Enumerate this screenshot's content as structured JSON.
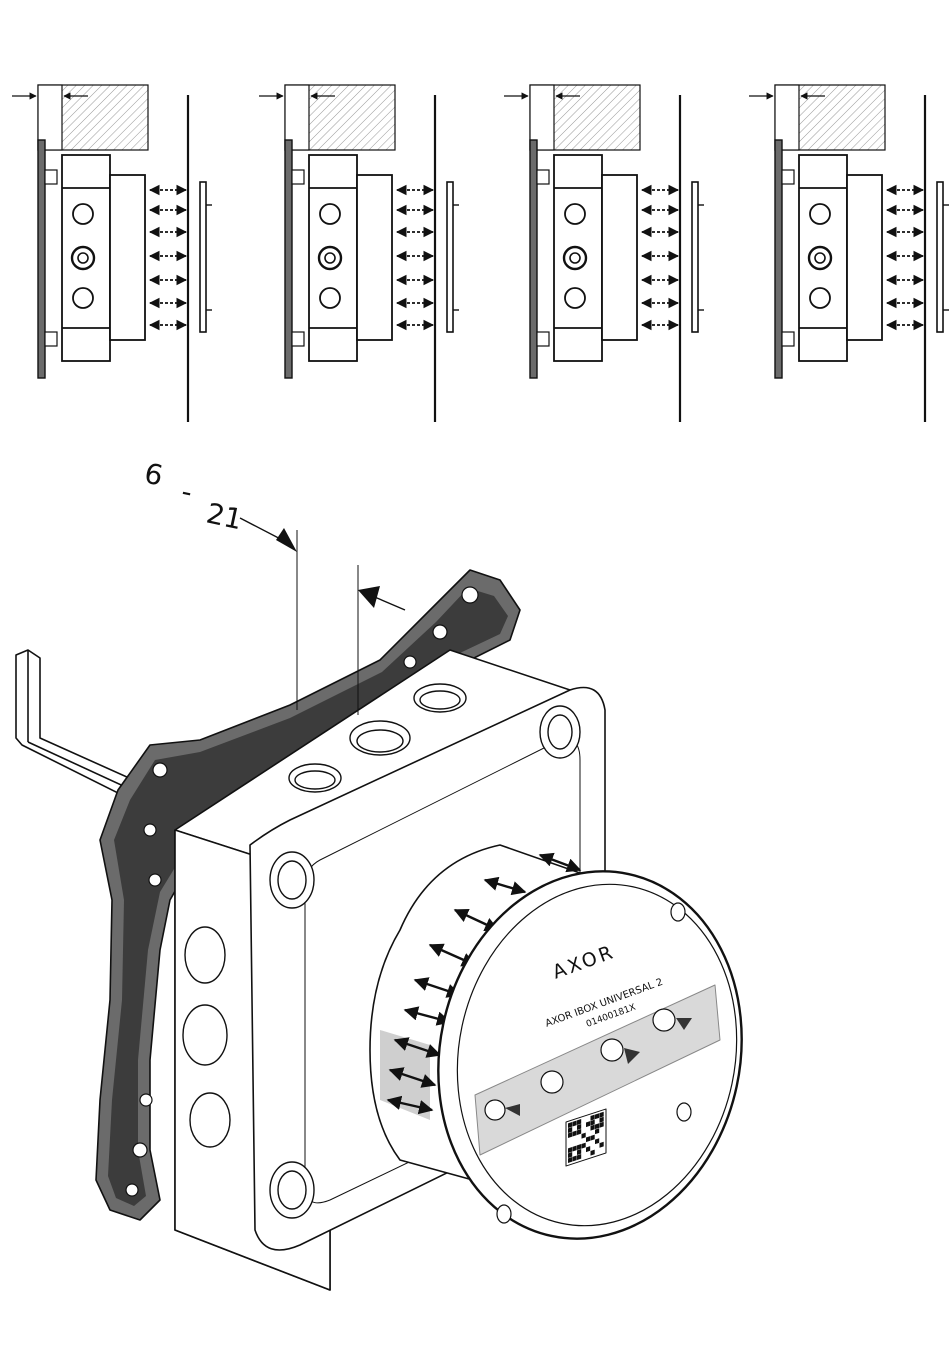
{
  "measurement": {
    "min": "6",
    "separator": "-",
    "max": "21"
  },
  "label": {
    "brand": "AXOR",
    "product": "AXOR IBOX UNIVERSAL 2",
    "article": "01400181X"
  },
  "colors": {
    "line": "#111111",
    "hatch": "#9a9a9a",
    "frame": "#6b6b6b",
    "frame_dark": "#3c3c3c",
    "body_fill": "#ffffff",
    "label_band": "#d9d9d9"
  },
  "views": [
    {
      "name": "installation-variant-1"
    },
    {
      "name": "installation-variant-2"
    },
    {
      "name": "installation-variant-3"
    },
    {
      "name": "installation-variant-4"
    }
  ],
  "icons": [
    "allen-key-icon",
    "qr-code-icon",
    "arrow-icon"
  ]
}
